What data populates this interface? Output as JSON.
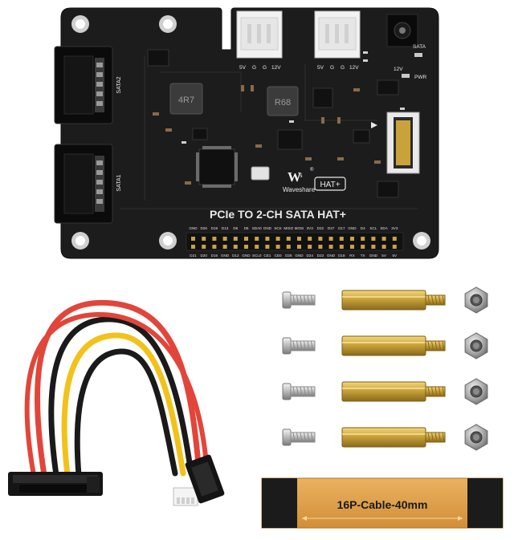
{
  "board": {
    "title": "PCIe TO 2-CH SATA HAT+",
    "brand": "Waveshare",
    "hat_badge": "HAT+",
    "inductor_1": "4R7",
    "inductor_2": "R68",
    "sata_ports": [
      "SATA2",
      "SATA1"
    ],
    "power_labels_left": [
      "5V",
      "G",
      "G",
      "12V"
    ],
    "power_labels_right": [
      "5V",
      "G",
      "G",
      "12V"
    ],
    "side_labels": {
      "sata": "SATA",
      "v12": "12V",
      "pwr": "PWR"
    },
    "gpio_top": [
      "GND",
      "D26",
      "D19",
      "D13",
      "D6",
      "D5",
      "SDA0",
      "GND",
      "SCK",
      "MISO",
      "MOSI",
      "3V3",
      "D22",
      "D27",
      "D17",
      "GND",
      "D4",
      "SCL",
      "SDA",
      "3V3"
    ],
    "gpio_bottom": [
      "D21",
      "D20",
      "D16",
      "GND",
      "D12",
      "GND",
      "SCL0",
      "CE1",
      "CE0",
      "D25",
      "GND",
      "D24",
      "D23",
      "GND",
      "D18",
      "RX",
      "TX",
      "GND",
      "5V",
      "5V"
    ]
  },
  "cable_label": "16P-Cable-40mm",
  "colors": {
    "pcb": "#1c1c1c",
    "brass": "#c9a33a",
    "flex_cable": "#e0a24c",
    "wire_red": "#e2453a",
    "wire_black": "#1a1a1a",
    "wire_yellow": "#f2c21b"
  },
  "accessories": {
    "screws": 4,
    "standoffs": 4,
    "nuts": 4
  }
}
